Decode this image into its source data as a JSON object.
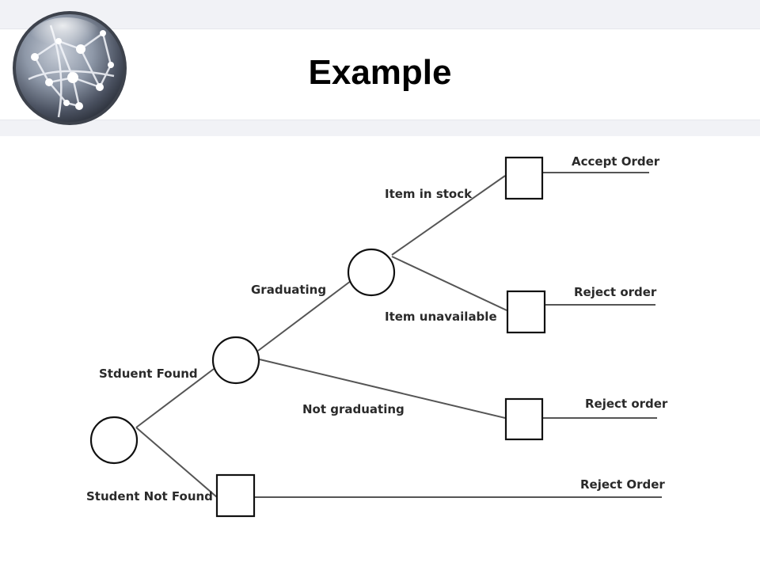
{
  "slide": {
    "title": "Example"
  },
  "logo": {
    "icon": "globe-network-icon"
  },
  "tree": {
    "branches": {
      "student_found": "Stduent Found",
      "student_not_found": "Student Not Found",
      "graduating": "Graduating",
      "not_graduating": "Not graduating",
      "item_in_stock": "Item in stock",
      "item_unavailable": "Item unavailable"
    },
    "outcomes": {
      "accept_order": "Accept Order",
      "reject_order_1": "Reject order",
      "reject_order_2": "Reject order",
      "reject_order_3": "Reject Order"
    }
  }
}
